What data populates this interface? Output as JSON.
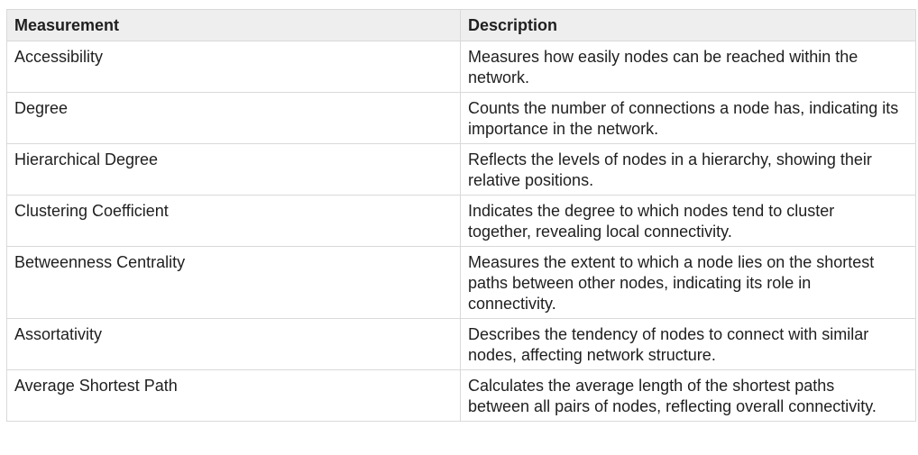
{
  "table": {
    "headers": [
      "Measurement",
      "Description"
    ],
    "rows": [
      {
        "measurement": "Accessibility",
        "description": "Measures how easily nodes can be reached within the network."
      },
      {
        "measurement": "Degree",
        "description": "Counts the number of connections a node has, indicating its importance in the network."
      },
      {
        "measurement": "Hierarchical Degree",
        "description": "Reflects the levels of nodes in a hierarchy, showing their relative positions."
      },
      {
        "measurement": "Clustering Coefficient",
        "description": "Indicates the degree to which nodes tend to cluster together, revealing local connectivity."
      },
      {
        "measurement": "Betweenness Centrality",
        "description": "Measures the extent to which a node lies on the shortest paths between other nodes, indicating its role in connectivity."
      },
      {
        "measurement": "Assortativity",
        "description": "Describes the tendency of nodes to connect with similar nodes, affecting network structure."
      },
      {
        "measurement": "Average Shortest Path",
        "description": "Calculates the average length of the shortest paths between all pairs of nodes, reflecting overall connectivity."
      }
    ]
  }
}
